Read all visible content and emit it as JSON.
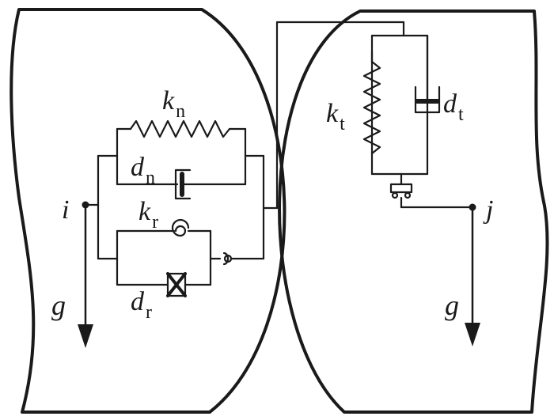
{
  "labels": {
    "kn": {
      "main": "k",
      "sub": "n"
    },
    "dn": {
      "main": "d",
      "sub": "n"
    },
    "kr": {
      "main": "k",
      "sub": "r"
    },
    "dr": {
      "main": "d",
      "sub": "r"
    },
    "kt": {
      "main": "k",
      "sub": "t"
    },
    "dt": {
      "main": "d",
      "sub": "t"
    },
    "i": "i",
    "j": "j",
    "g_left": "g",
    "g_right": "g"
  }
}
